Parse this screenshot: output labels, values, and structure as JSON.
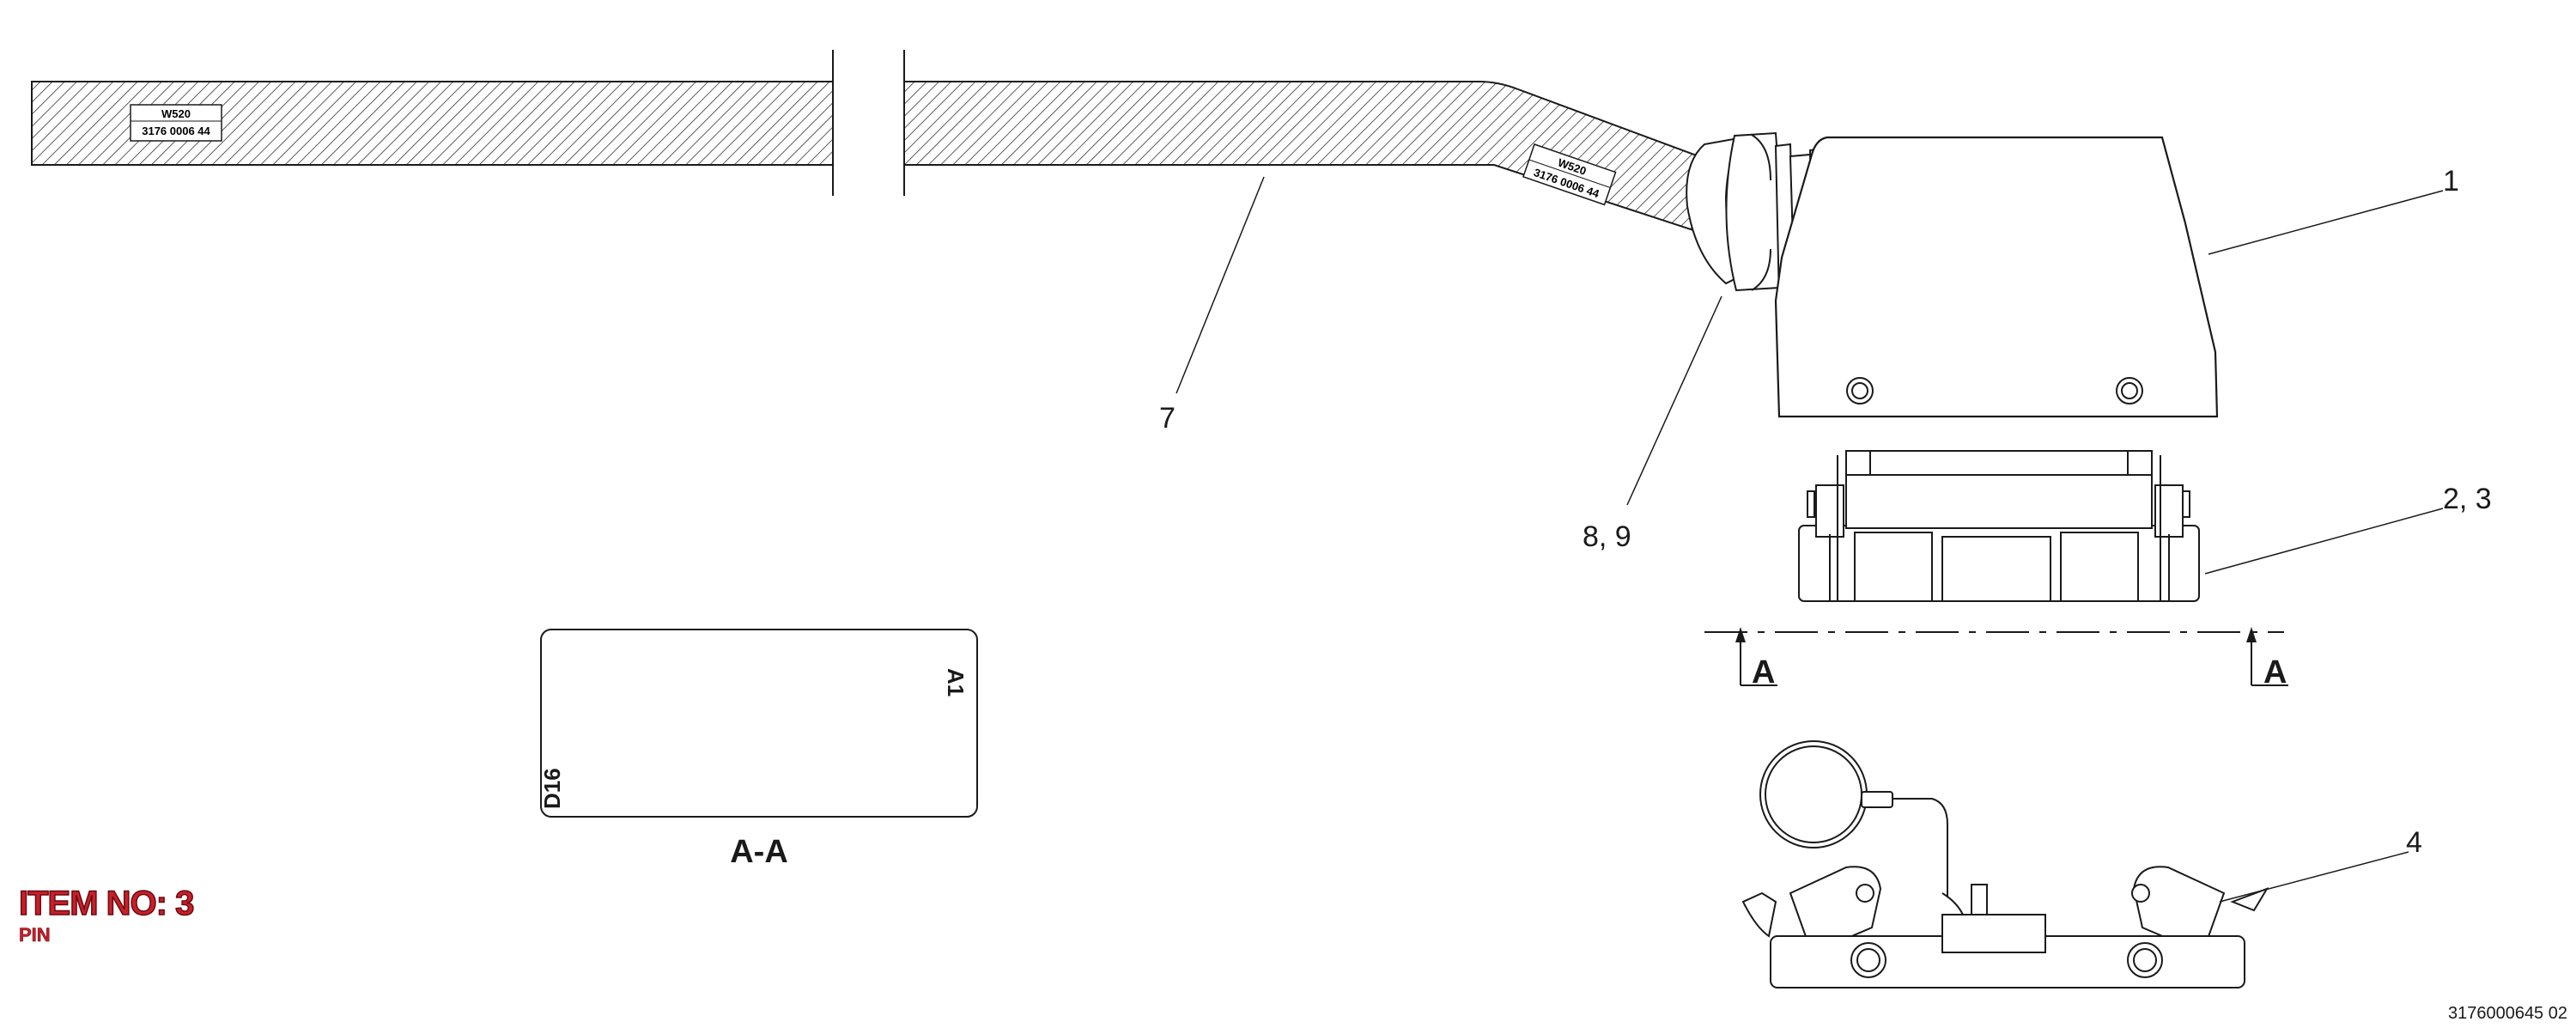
{
  "callouts": {
    "c1": "1",
    "c23": "2, 3",
    "c4": "4",
    "c7": "7",
    "c89": "8, 9"
  },
  "cable_tag": {
    "code": "W520",
    "part": "3176 0006 44"
  },
  "section": {
    "marker": "A",
    "title": "A-A",
    "pin_a1": "A1",
    "pin_d16": "D16"
  },
  "item": {
    "title": "ITEM NO: 3",
    "subtitle": "PIN"
  },
  "drawing_number": "3176000645 02",
  "colors": {
    "line": "#1a1a1a",
    "item_red": "#c8202a"
  }
}
